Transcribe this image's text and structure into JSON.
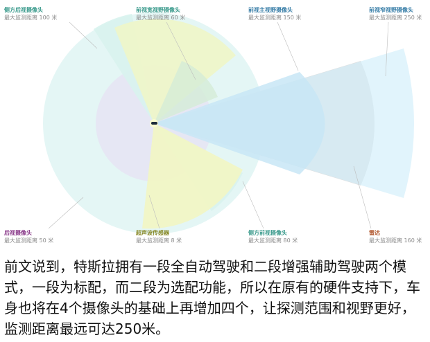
{
  "colors": {
    "side_rear": "#dff5f3",
    "wide": "#eef6c8",
    "main": "#cde9f7",
    "narrow": "#d8f0fb",
    "radar": "#dcdcdc",
    "rear": "#e9e9f4",
    "ultra": "#f3f6c6",
    "side_front": "#dff5f3",
    "teal_text": "#3a9a8c",
    "olive_text": "#8a8a2a",
    "blue_text": "#3a7fa8",
    "purple_text": "#8a3a8a",
    "brown_text": "#b0552a"
  },
  "labels": {
    "side_rear": {
      "title": "侧方后视摄像头",
      "sub": "最大监测距离 100 米"
    },
    "wide": {
      "title": "前视宽视野摄像头",
      "sub": "最大监测距离 60 米"
    },
    "main": {
      "title": "前视主视野摄像头",
      "sub": "最大监测距离 150 米"
    },
    "narrow": {
      "title": "前视窄视野摄像头",
      "sub": "最大监测距离 250 米"
    },
    "rear": {
      "title": "后视摄像头",
      "sub": "最大监测距离 50 米"
    },
    "ultra": {
      "title": "超声波传感器",
      "sub": "最大监测距离 8 米"
    },
    "side_front": {
      "title": "侧方前视摄像头",
      "sub": "最大监测距离 80 米"
    },
    "radar": {
      "title": "雷达",
      "sub": "最大监测距离 160 米"
    }
  },
  "caption": "前文说到，特斯拉拥有一段全自动驾驶和二段增强辅助驾驶两个模式，一段为标配，而二段为选配功能，所以在原有的硬件支持下，车身也将在4个摄像头的基础上再增加四个，让探测范围和视野更好，监测距离最远可达250米。"
}
